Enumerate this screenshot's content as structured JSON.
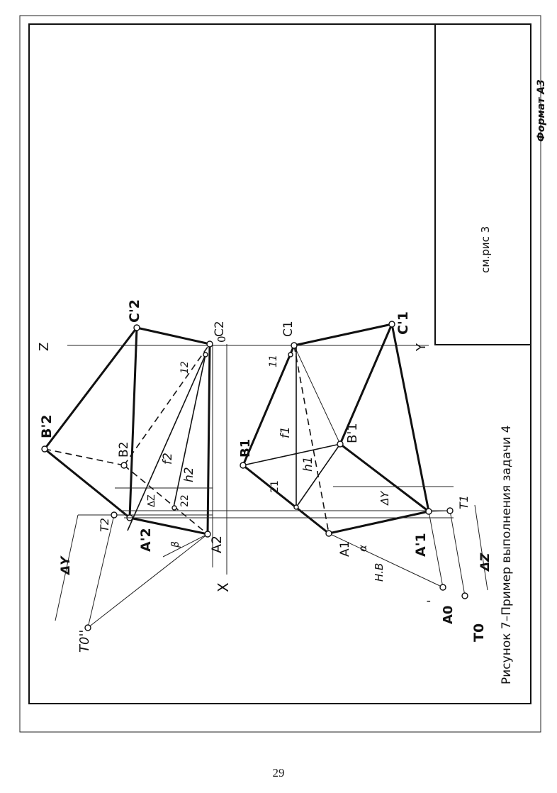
{
  "caption": "Рисунок 7–Пример выполнения задачи 4",
  "stamp_note": "см.рис 3",
  "format_label": "Формат А3",
  "page_number": "29",
  "axes": {
    "x": "X",
    "z": "Z",
    "y": "Y",
    "origin": "0"
  },
  "points": {
    "B2_prime": "B'2",
    "C2_prime": "C'2",
    "C2": "C2",
    "B2": "B2",
    "A2_prime": "A'2",
    "A2": "A2",
    "T2": "T2",
    "T0_dbl": "T0''",
    "f2": "f2",
    "h2": "h2",
    "one2": "12",
    "two2": "22",
    "C1": "C1",
    "C1_prime": "C'1",
    "B1": "B1",
    "B1_prime": "B'1",
    "one1": "11",
    "two1": "21",
    "f1": "f1",
    "h1": "h1",
    "A1": "A1",
    "A1_prime": "A'1",
    "T1": "T1",
    "A0": "A0",
    "T0": "T0",
    "T0_prime_mark": "'",
    "HB": "H.B"
  },
  "dims": {
    "delta_y": "ΔY",
    "delta_z": "ΔZ",
    "delta_z_top": "ΔZ",
    "delta_y_bottom": "ΔY",
    "beta": "β",
    "alpha": "α"
  }
}
